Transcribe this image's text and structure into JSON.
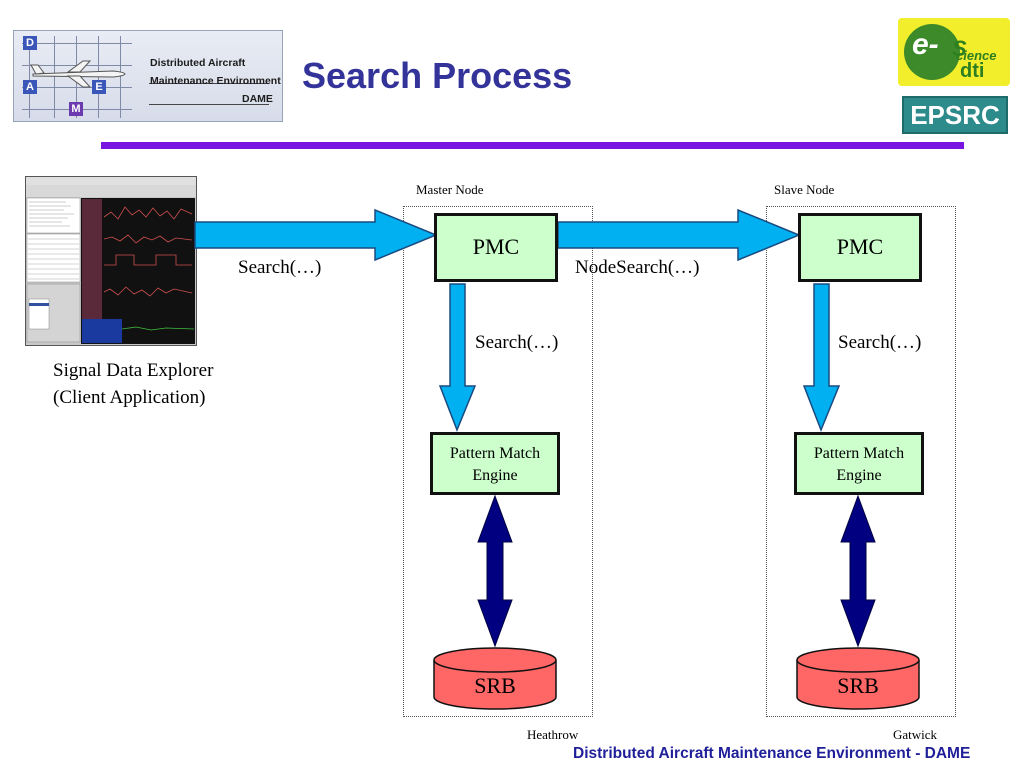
{
  "header": {
    "title": "Search Process",
    "logo": {
      "line1": "Distributed Aircraft",
      "line2": "Maintenance Environment",
      "line3": "DAME",
      "grid_letters": [
        "D",
        "A",
        "E",
        "M"
      ]
    },
    "escience_logo": {
      "e": "e-",
      "s": "S",
      "science": "cience",
      "dti": "dti"
    },
    "epsrc_logo": "EPSRC"
  },
  "client": {
    "label_line1": "Signal Data Explorer",
    "label_line2": "(Client Application)"
  },
  "nodes": {
    "master": {
      "label": "Master Node",
      "location": "Heathrow",
      "pmc": "PMC",
      "pme_line1": "Pattern Match",
      "pme_line2": "Engine",
      "srb": "SRB"
    },
    "slave": {
      "label": "Slave Node",
      "location": "Gatwick",
      "pmc": "PMC",
      "pme_line1": "Pattern Match",
      "pme_line2": "Engine",
      "srb": "SRB"
    }
  },
  "arrows": {
    "client_to_master": "Search(…)",
    "master_to_slave": "NodeSearch(…)",
    "master_pmc_to_pme": "Search(…)",
    "slave_pmc_to_pme": "Search(…)"
  },
  "footer": "Distributed Aircraft Maintenance Environment - DAME",
  "colors": {
    "title": "#333399",
    "rule": "#7a14e0",
    "box_fill": "#ccffcc",
    "arrow_cyan": "#00b0f0",
    "arrow_navy": "#000080",
    "srb_fill": "#ff6666"
  }
}
